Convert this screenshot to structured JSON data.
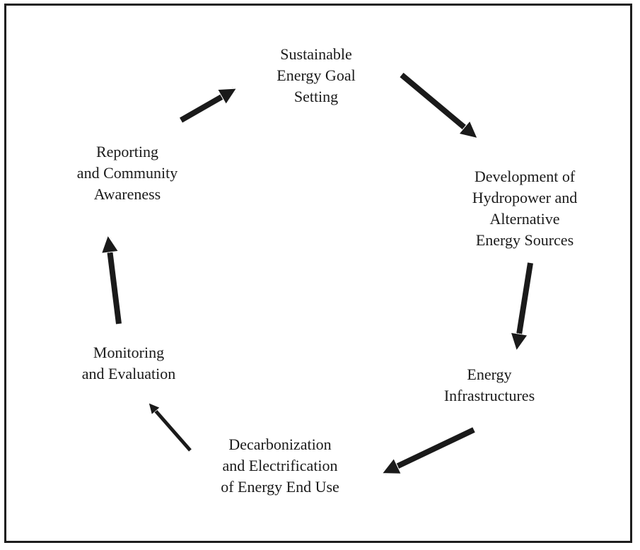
{
  "diagram": {
    "nodes": [
      {
        "id": "goal",
        "lines": [
          "Sustainable",
          "Energy Goal",
          "Setting"
        ]
      },
      {
        "id": "development",
        "lines": [
          "Development of",
          "Hydropower and",
          "Alternative",
          "Energy Sources"
        ]
      },
      {
        "id": "infrastructures",
        "lines": [
          "Energy",
          "Infrastructures"
        ]
      },
      {
        "id": "decarbonization",
        "lines": [
          "Decarbonization",
          "and Electrification",
          "of Energy End Use"
        ]
      },
      {
        "id": "monitoring",
        "lines": [
          "Monitoring",
          "and Evaluation"
        ]
      },
      {
        "id": "reporting",
        "lines": [
          "Reporting",
          "and Community",
          "Awareness"
        ]
      }
    ],
    "edges": [
      {
        "from": "goal",
        "to": "development"
      },
      {
        "from": "development",
        "to": "infrastructures"
      },
      {
        "from": "infrastructures",
        "to": "decarbonization"
      },
      {
        "from": "decarbonization",
        "to": "monitoring"
      },
      {
        "from": "monitoring",
        "to": "reporting"
      },
      {
        "from": "reporting",
        "to": "goal"
      }
    ],
    "arrow_color": "#1a1a1a"
  }
}
